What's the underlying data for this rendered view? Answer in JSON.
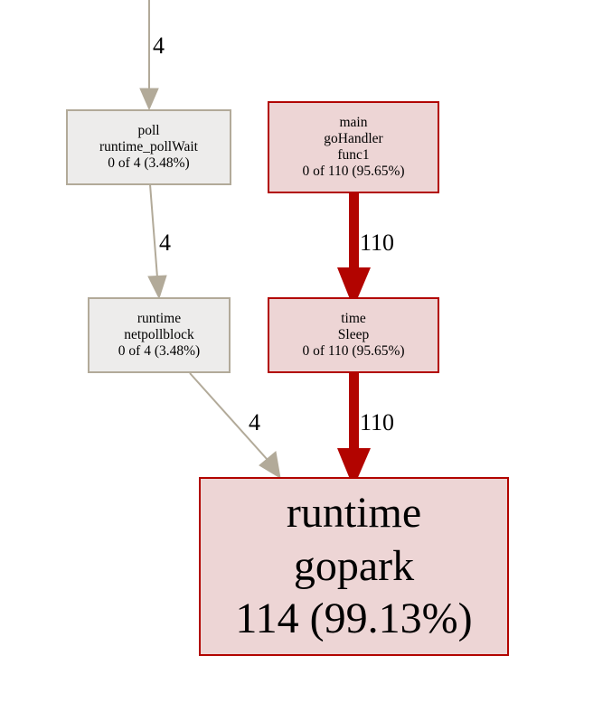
{
  "graph": {
    "colors": {
      "gray_fill": "#edeceb",
      "gray_border": "#b2aa99",
      "red_fill": "#edd5d5",
      "red_border": "#b20400",
      "heavy_edge": "#b20400",
      "light_edge": "#b2aa99"
    },
    "nodes": {
      "poll_wait": {
        "package": "poll",
        "func": "runtime_pollWait",
        "stats": "0 of 4 (3.48%)"
      },
      "go_handler": {
        "package": "main",
        "func": "goHandler",
        "sub": "func1",
        "stats": "0 of 110 (95.65%)"
      },
      "netpollblock": {
        "package": "runtime",
        "func": "netpollblock",
        "stats": "0 of 4 (3.48%)"
      },
      "sleep": {
        "package": "time",
        "func": "Sleep",
        "stats": "0 of 110 (95.65%)"
      },
      "gopark": {
        "package": "runtime",
        "func": "gopark",
        "stats": "114 (99.13%)"
      }
    },
    "edges": {
      "incoming_to_poll": "4",
      "poll_to_netpollblock": "4",
      "netpollblock_to_gopark": "4",
      "gohandler_to_sleep": "110",
      "sleep_to_gopark": "110"
    }
  }
}
